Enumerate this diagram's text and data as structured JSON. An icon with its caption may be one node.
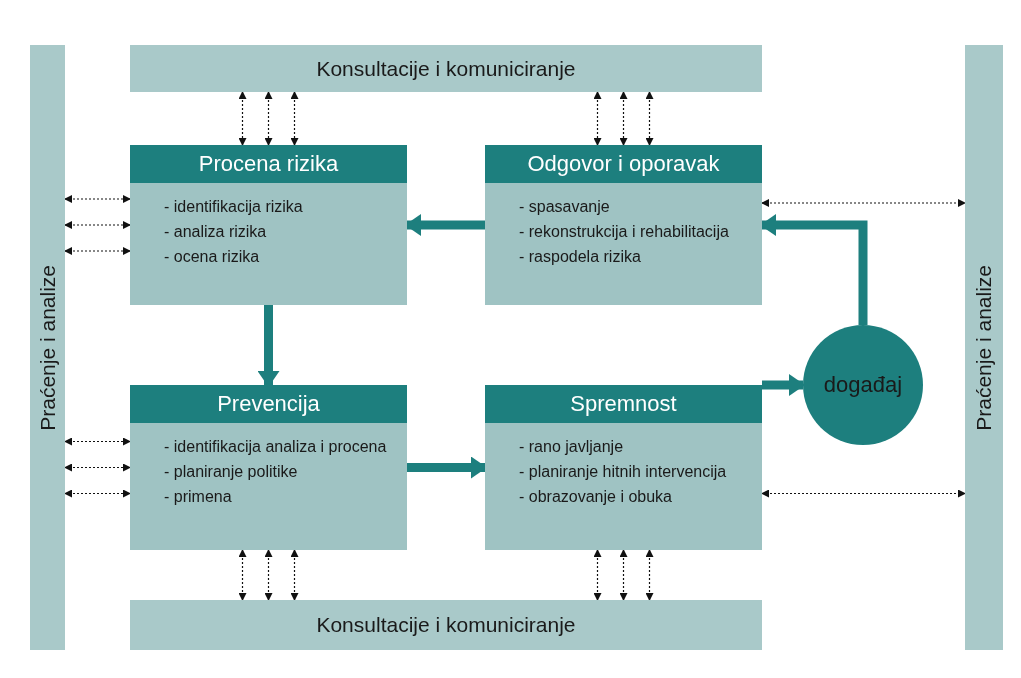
{
  "diagram": {
    "nodes": [
      {
        "text": [
          "Konsultacije i komuniciranje"
        ]
      },
      {
        "text": [
          "Praćenje i analize"
        ]
      },
      {
        "text": [
          "Procena rizika",
          "- identifikacija rizika",
          "- analiza rizika",
          "- ocena rizika"
        ]
      },
      {
        "text": [
          "Odgovor i oporavak",
          "- spasavanje",
          "- rekonstrukcija i rehabilitacija",
          "- raspodela rizika"
        ]
      },
      {
        "text": [
          "Prevencija",
          "- identifikacija analiza i procena",
          "- planiranje politike",
          "- primena"
        ]
      },
      {
        "text": [
          "Spremnost",
          "- rano javljanje",
          "- planiranje hitnih intervencija",
          "- obrazovanje i obuka"
        ]
      },
      {
        "text": [
          "događaj"
        ]
      },
      {
        "text": [
          "Praćenje i analize"
        ]
      },
      {
        "text": [
          "Konsultacije i komuniciranje"
        ]
      }
    ],
    "edges": [
      {
        "from": 0,
        "to": 2,
        "arrow": "both",
        "style": "dashed"
      },
      {
        "from": 0,
        "to": 2,
        "arrow": "both",
        "style": "dashed"
      },
      {
        "from": 0,
        "to": 2,
        "arrow": "both",
        "style": "dashed"
      },
      {
        "from": 0,
        "to": 3,
        "arrow": "both",
        "style": "dashed"
      },
      {
        "from": 0,
        "to": 3,
        "arrow": "both",
        "style": "dashed"
      },
      {
        "from": 0,
        "to": 3,
        "arrow": "both",
        "style": "dashed"
      },
      {
        "from": 1,
        "to": 2,
        "arrow": "both",
        "style": "dashed"
      },
      {
        "from": 1,
        "to": 2,
        "arrow": "both",
        "style": "dashed"
      },
      {
        "from": 1,
        "to": 2,
        "arrow": "both",
        "style": "dashed"
      },
      {
        "from": 3,
        "to": 7,
        "arrow": "both",
        "style": "dashed"
      },
      {
        "from": 3,
        "to": 2,
        "arrow": "to",
        "style": "thick",
        "color": "#1d7f7e"
      },
      {
        "from": 6,
        "to": 3,
        "arrow": "to",
        "style": "thick",
        "color": "#1d7f7e"
      },
      {
        "from": 2,
        "to": 4,
        "arrow": "to",
        "style": "thick",
        "color": "#1d7f7e"
      },
      {
        "from": 1,
        "to": 4,
        "arrow": "both",
        "style": "dashed"
      },
      {
        "from": 1,
        "to": 4,
        "arrow": "both",
        "style": "dashed"
      },
      {
        "from": 1,
        "to": 4,
        "arrow": "both",
        "style": "dashed"
      },
      {
        "from": 4,
        "to": 5,
        "arrow": "to",
        "style": "thick",
        "color": "#1d7f7e"
      },
      {
        "from": 5,
        "to": 6,
        "arrow": "to",
        "style": "thick",
        "color": "#1d7f7e"
      },
      {
        "from": 5,
        "to": 7,
        "arrow": "both",
        "style": "dashed"
      },
      {
        "from": 8,
        "to": 4,
        "arrow": "both",
        "style": "dashed"
      },
      {
        "from": 8,
        "to": 4,
        "arrow": "both",
        "style": "dashed"
      },
      {
        "from": 8,
        "to": 4,
        "arrow": "both",
        "style": "dashed"
      },
      {
        "from": 8,
        "to": 5,
        "arrow": "both",
        "style": "dashed"
      },
      {
        "from": 8,
        "to": 5,
        "arrow": "both",
        "style": "dashed"
      },
      {
        "from": 8,
        "to": 5,
        "arrow": "both",
        "style": "dashed"
      }
    ]
  }
}
